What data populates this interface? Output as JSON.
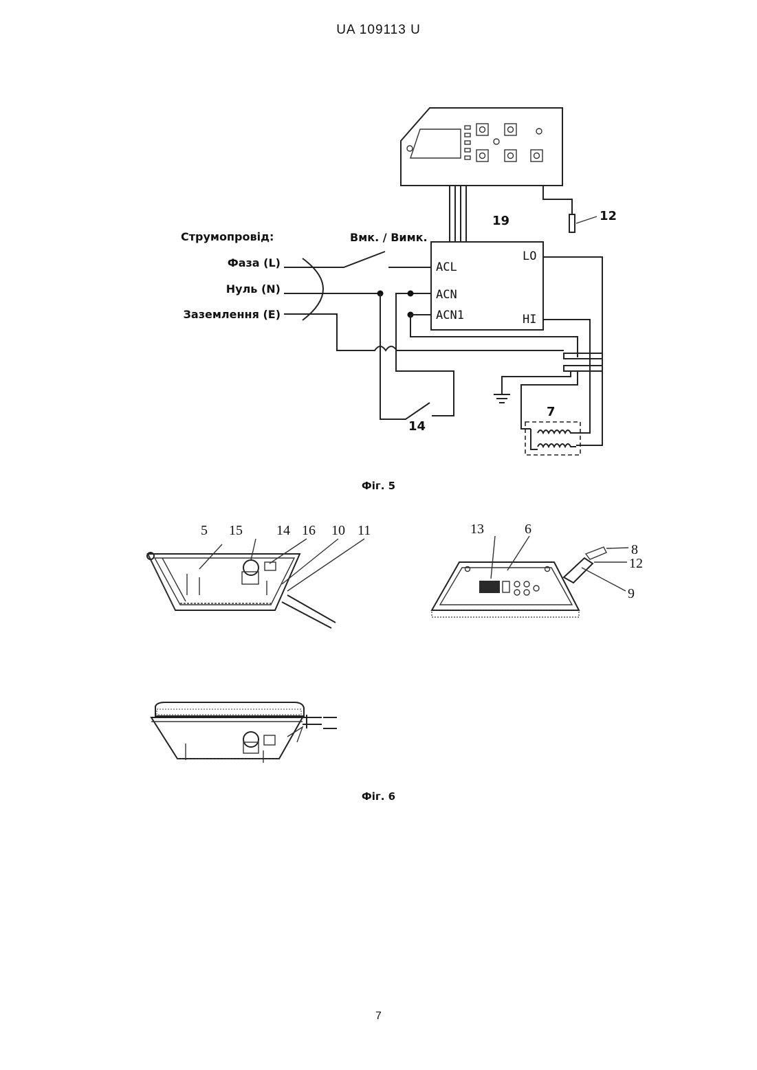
{
  "header": {
    "doc_id": "UA   109113   U"
  },
  "fig5": {
    "caption": "Фіг. 5",
    "supply_title": "Струмопровід:",
    "phase": "Фаза (L)",
    "neutral": "Нуль (N)",
    "earth": "Заземлення (E)",
    "switch": "Вмк. / Вимк.",
    "pins": {
      "acl": "ACL",
      "acn": "ACN",
      "acn1": "ACN1",
      "lo": "LO",
      "hi": "HI"
    },
    "refs": {
      "r19": "19",
      "r12": "12",
      "r14": "14",
      "r7": "7"
    }
  },
  "fig6": {
    "caption": "Фіг. 6",
    "left_refs": [
      "5",
      "15",
      "14",
      "16",
      "10",
      "11"
    ],
    "right_refs": {
      "r13": "13",
      "r6": "6",
      "r8": "8",
      "r12": "12",
      "r9": "9"
    }
  },
  "footer": {
    "page": "7"
  }
}
